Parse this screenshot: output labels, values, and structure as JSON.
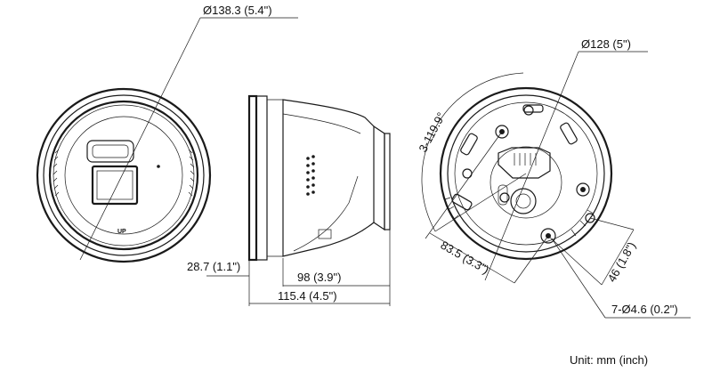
{
  "dimensions": {
    "front_diameter": "Ø138.3 (5.4\")",
    "side_offset": "28.7 (1.1\")",
    "side_depth": "98 (3.9\")",
    "side_total": "115.4 (4.5\")",
    "base_diameter": "Ø128 (5\")",
    "base_angle": "3-119.9°",
    "hole_spacing_a": "83.5 (3.3\")",
    "hole_spacing_b": "46 (1.8\")",
    "screw_holes": "7-Ø4.6 (0.2\")"
  },
  "front_label": "UP",
  "unit_note": "Unit: mm (inch)",
  "colors": {
    "line": "#1a1a1a",
    "background": "#ffffff"
  }
}
